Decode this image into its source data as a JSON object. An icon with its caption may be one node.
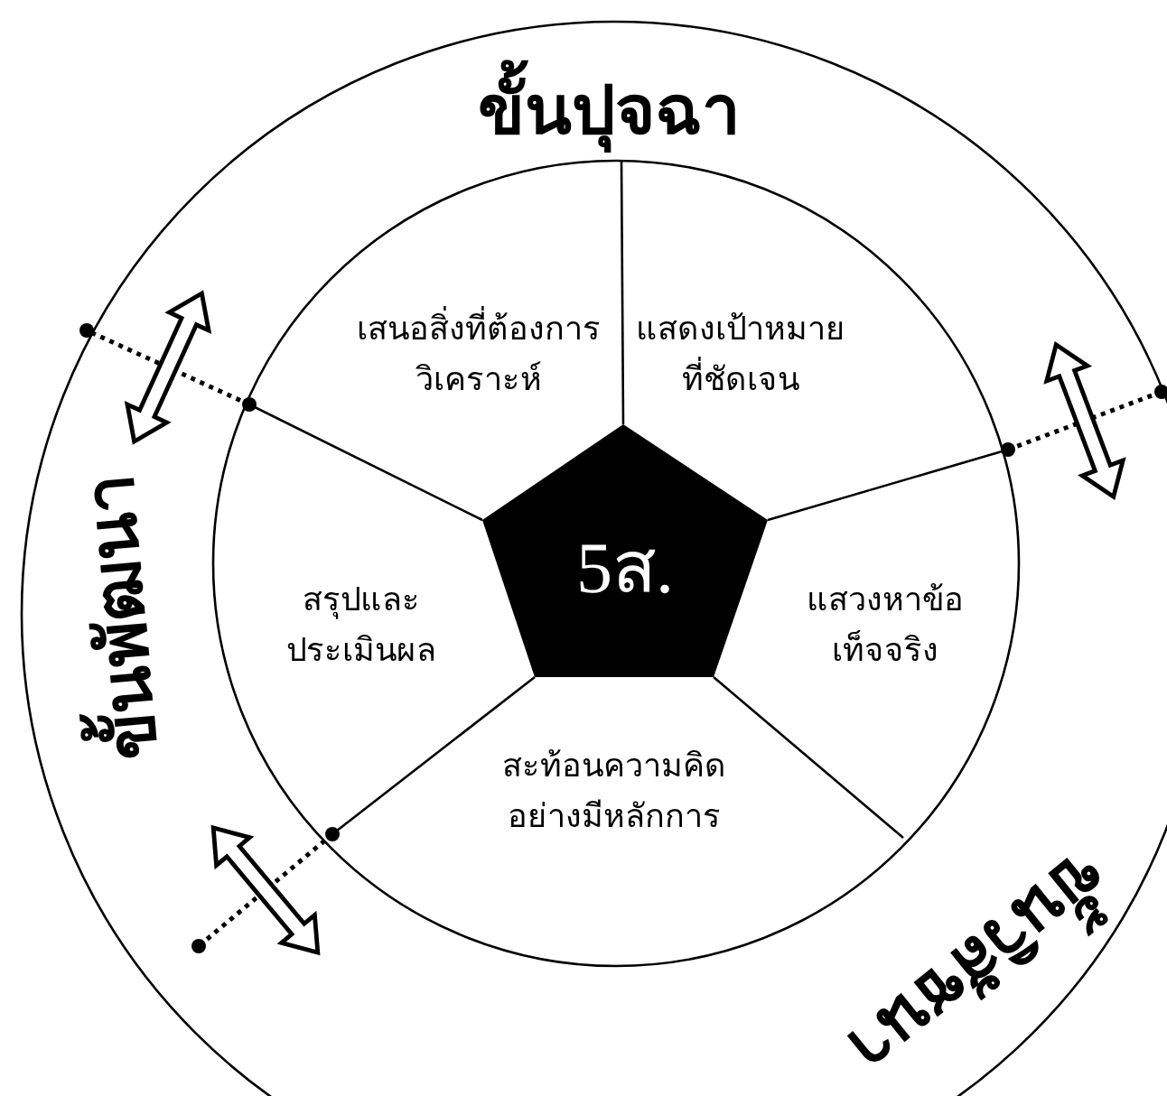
{
  "diagram": {
    "nodes": [
      {
        "text": [
          "ขั้นปุจฉา"
        ]
      },
      {
        "text": [
          "เสนอสิ่งที่ต้องการวิเคราะห์"
        ]
      },
      {
        "text": [
          "แสดงเป้าหมายที่ชัดเจน"
        ]
      },
      {
        "text": [
          "5ส."
        ]
      },
      {
        "text": [
          "สรุปและประเมินผล"
        ]
      },
      {
        "text": [
          "แสวงหาข้อเท็จจริง"
        ]
      },
      {
        "text": [
          "สะท้อนความคิดอย่างมีหลักการ"
        ]
      },
      {
        "text": [
          "ขั้นพัฒนา"
        ]
      },
      {
        "text": [
          "ขั้นวิสัชนา"
        ]
      }
    ]
  }
}
